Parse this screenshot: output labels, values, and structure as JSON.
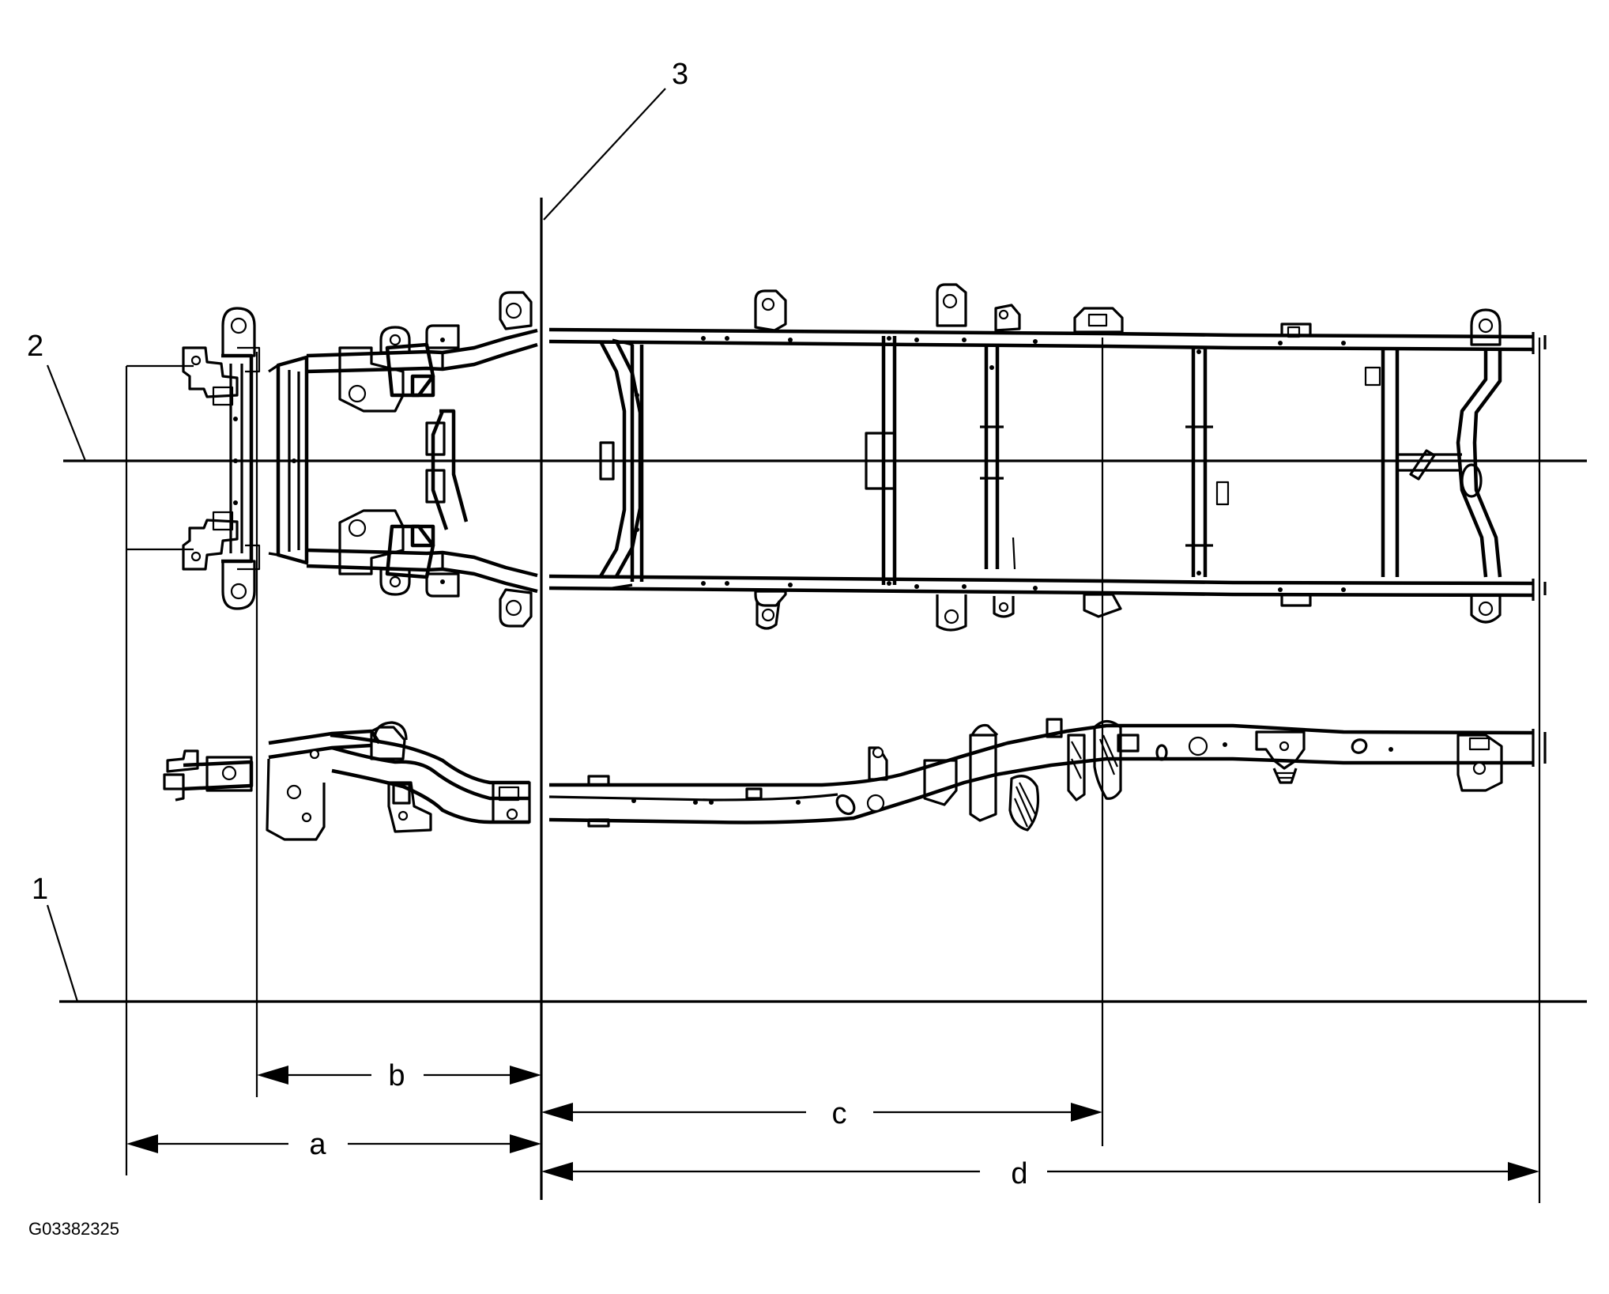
{
  "callouts": {
    "datum_line_bottom": "1",
    "datum_line_centerline": "2",
    "datum_line_reference": "3"
  },
  "dimensions": {
    "a": "a",
    "b": "b",
    "c": "c",
    "d": "d"
  },
  "figure_id": "G03382325"
}
